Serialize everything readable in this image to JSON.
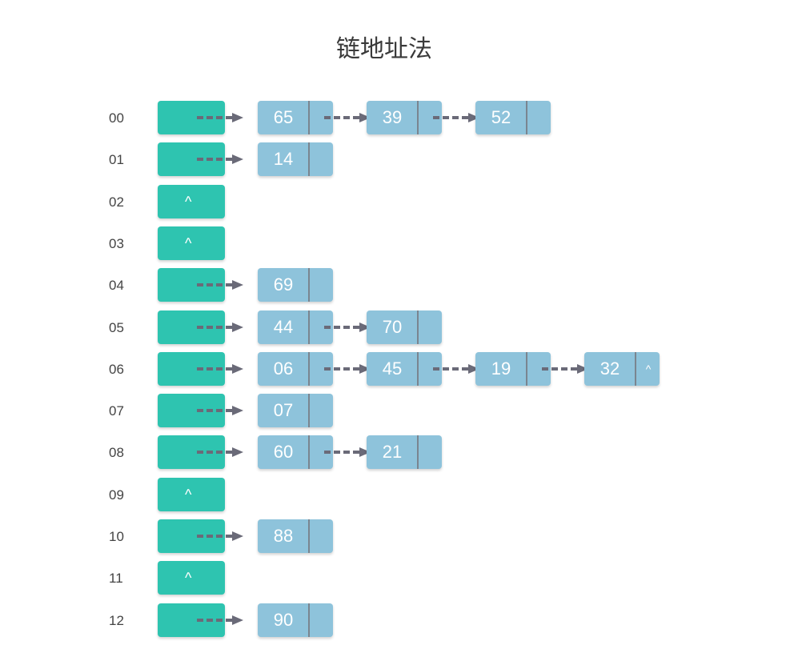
{
  "title": "链地址法",
  "null_symbol": "^",
  "colors": {
    "bucket": "#2ec4b0",
    "node": "#8ec3db",
    "arrow": "#6a6a78"
  },
  "buckets": [
    {
      "index": "00",
      "chain": [
        "65",
        "39",
        "52"
      ]
    },
    {
      "index": "01",
      "chain": [
        "14"
      ]
    },
    {
      "index": "02",
      "chain": []
    },
    {
      "index": "03",
      "chain": []
    },
    {
      "index": "04",
      "chain": [
        "69"
      ]
    },
    {
      "index": "05",
      "chain": [
        "44",
        "70"
      ]
    },
    {
      "index": "06",
      "chain": [
        "06",
        "45",
        "19",
        "32"
      ],
      "tail_null": true
    },
    {
      "index": "07",
      "chain": [
        "07"
      ]
    },
    {
      "index": "08",
      "chain": [
        "60",
        "21"
      ]
    },
    {
      "index": "09",
      "chain": []
    },
    {
      "index": "10",
      "chain": [
        "88"
      ]
    },
    {
      "index": "11",
      "chain": []
    },
    {
      "index": "12",
      "chain": [
        "90"
      ]
    }
  ]
}
